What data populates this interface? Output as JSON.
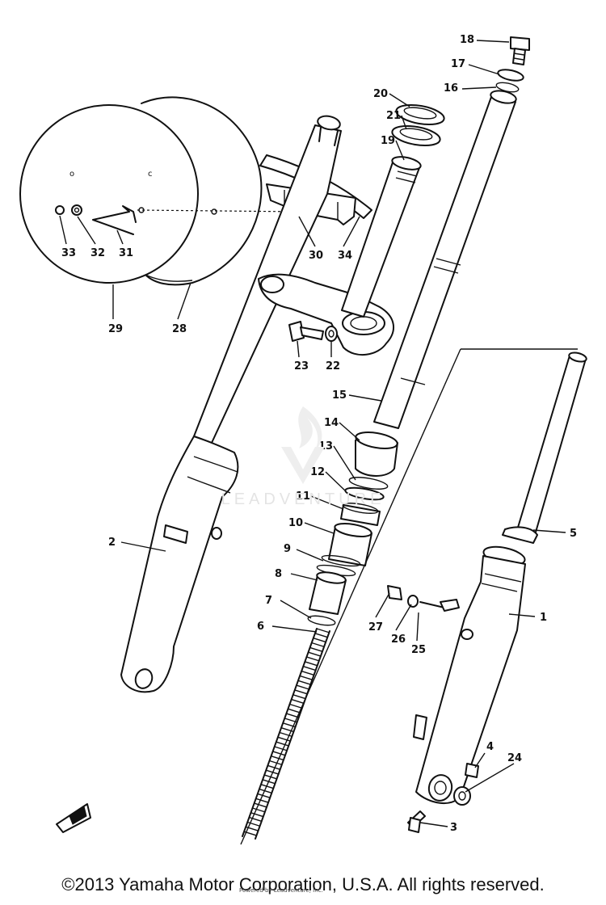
{
  "copyright": "©2013 Yamaha Motor Corporation, U.S.A. All rights reserved.",
  "watermark": {
    "text": "LEADVENTURE",
    "credit": "Powered by Leadventure, Inc."
  },
  "callouts": [
    {
      "key": "18",
      "label": "18"
    },
    {
      "key": "17",
      "label": "17"
    },
    {
      "key": "16",
      "label": "16"
    },
    {
      "key": "20",
      "label": "20"
    },
    {
      "key": "21",
      "label": "21"
    },
    {
      "key": "19",
      "label": "19"
    },
    {
      "key": "33",
      "label": "33"
    },
    {
      "key": "32",
      "label": "32"
    },
    {
      "key": "31",
      "label": "31"
    },
    {
      "key": "30",
      "label": "30"
    },
    {
      "key": "34",
      "label": "34"
    },
    {
      "key": "29",
      "label": "29"
    },
    {
      "key": "28",
      "label": "28"
    },
    {
      "key": "23",
      "label": "23"
    },
    {
      "key": "22",
      "label": "22"
    },
    {
      "key": "15",
      "label": "15"
    },
    {
      "key": "14",
      "label": "14"
    },
    {
      "key": "13",
      "label": "13"
    },
    {
      "key": "12",
      "label": "12"
    },
    {
      "key": "11",
      "label": "11"
    },
    {
      "key": "10",
      "label": "10"
    },
    {
      "key": "9",
      "label": "9"
    },
    {
      "key": "8",
      "label": "8"
    },
    {
      "key": "7",
      "label": "7"
    },
    {
      "key": "6",
      "label": "6"
    },
    {
      "key": "5",
      "label": "5"
    },
    {
      "key": "2",
      "label": "2"
    },
    {
      "key": "27",
      "label": "27"
    },
    {
      "key": "26",
      "label": "26"
    },
    {
      "key": "25",
      "label": "25"
    },
    {
      "key": "1",
      "label": "1"
    },
    {
      "key": "4",
      "label": "4"
    },
    {
      "key": "24",
      "label": "24"
    },
    {
      "key": "3",
      "label": "3"
    }
  ]
}
